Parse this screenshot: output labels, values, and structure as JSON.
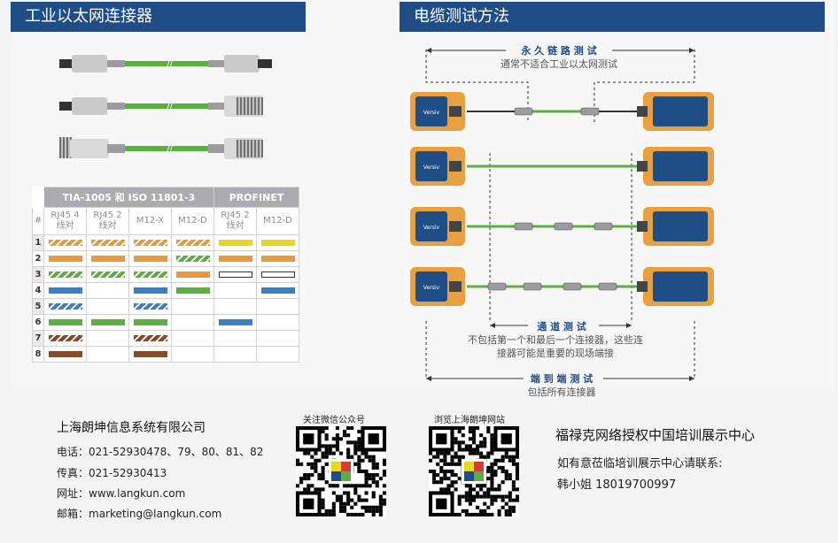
{
  "left_panel": {
    "title": "工业以太网连接器",
    "table": {
      "group_headers": [
        "TIA-1005 和 ISO 11801-3",
        "PROFINET"
      ],
      "corner": "#",
      "columns": [
        {
          "line1": "RJ45 4",
          "line2": "线对"
        },
        {
          "line1": "RJ45 2",
          "line2": "线对"
        },
        {
          "line1": "M12-X",
          "line2": ""
        },
        {
          "line1": "M12-D",
          "line2": ""
        },
        {
          "line1": "RJ45 2",
          "line2": "线对"
        },
        {
          "line1": "M12-D",
          "line2": ""
        }
      ],
      "rows": [
        {
          "num": "1",
          "cells": [
            [
              "s",
              "#e69a3c"
            ],
            [
              "s",
              "#e69a3c"
            ],
            [
              "s",
              "#e69a3c"
            ],
            [
              "s",
              "#e69a3c"
            ],
            [
              "f",
              "#e8d629"
            ],
            [
              "f",
              "#e8d629"
            ]
          ]
        },
        {
          "num": "2",
          "cells": [
            [
              "f",
              "#e69a3c"
            ],
            [
              "f",
              "#e69a3c"
            ],
            [
              "f",
              "#e69a3c"
            ],
            [
              "s",
              "#5cb040"
            ],
            [
              "f",
              "#e69a3c"
            ],
            [
              "f",
              "#e69a3c"
            ]
          ]
        },
        {
          "num": "3",
          "cells": [
            [
              "s",
              "#5cb040"
            ],
            [
              "s",
              "#5cb040"
            ],
            [
              "s",
              "#5cb040"
            ],
            [
              "f",
              "#e69a3c"
            ],
            [
              "o",
              "#ffffff"
            ],
            [
              "o",
              "#ffffff"
            ]
          ]
        },
        {
          "num": "4",
          "cells": [
            [
              "f",
              "#3b7fc4"
            ],
            [
              "",
              ""
            ],
            [
              "f",
              "#3b7fc4"
            ],
            [
              "f",
              "#5cb040"
            ],
            [
              "",
              ""
            ],
            [
              "f",
              "#3b7fc4"
            ]
          ]
        },
        {
          "num": "5",
          "cells": [
            [
              "s",
              "#3b7fc4"
            ],
            [
              "",
              ""
            ],
            [
              "s",
              "#3b7fc4"
            ],
            [
              "",
              ""
            ],
            [
              "",
              ""
            ],
            [
              "",
              ""
            ]
          ]
        },
        {
          "num": "6",
          "cells": [
            [
              "f",
              "#5cb040"
            ],
            [
              "f",
              "#5cb040"
            ],
            [
              "f",
              "#5cb040"
            ],
            [
              "",
              ""
            ],
            [
              "f",
              "#3b7fc4"
            ],
            [
              "",
              ""
            ]
          ]
        },
        {
          "num": "7",
          "cells": [
            [
              "s",
              "#8a4a22"
            ],
            [
              "",
              ""
            ],
            [
              "s",
              "#8a4a22"
            ],
            [
              "",
              ""
            ],
            [
              "",
              ""
            ],
            [
              "",
              ""
            ]
          ]
        },
        {
          "num": "8",
          "cells": [
            [
              "f",
              "#8a4a22"
            ],
            [
              "",
              ""
            ],
            [
              "f",
              "#8a4a22"
            ],
            [
              "",
              ""
            ],
            [
              "",
              ""
            ],
            [
              "",
              ""
            ]
          ]
        }
      ]
    }
  },
  "right_panel": {
    "title": "电缆测试方法",
    "permanent_link": {
      "title": "永 久 链 路 测 试",
      "note": "通常不适合工业以太网测试"
    },
    "channel": {
      "title": "通 道 测 试",
      "note_line1": "不包括第一个和最后一个连接器，这些连",
      "note_line2": "接器可能是重要的现场端接"
    },
    "end_to_end": {
      "title": "端 到 端 测 试",
      "note": "包括所有连接器"
    },
    "tester_brand": "Versiv"
  },
  "footer": {
    "company": "上海朗坤信息系统有限公司",
    "phone": "电话：021-52930478、79、80、81、82",
    "fax": "传真：021-52930413",
    "website": "网址：www.langkun.com",
    "email": "邮箱：marketing@langkun.com",
    "qr1_label": "关注微信公众号",
    "qr2_label": "浏览上海朗坤网站",
    "training_title": "福禄克网络授权中国培训展示中心",
    "training_contact": "如有意莅临培训展示中心请联系:",
    "training_person": "韩小姐    18019700997"
  },
  "colors": {
    "header_blue": "#1f4e86",
    "cable_green": "#5cb040",
    "tester_orange": "#e8a040",
    "tester_blue": "#1f4e86"
  }
}
